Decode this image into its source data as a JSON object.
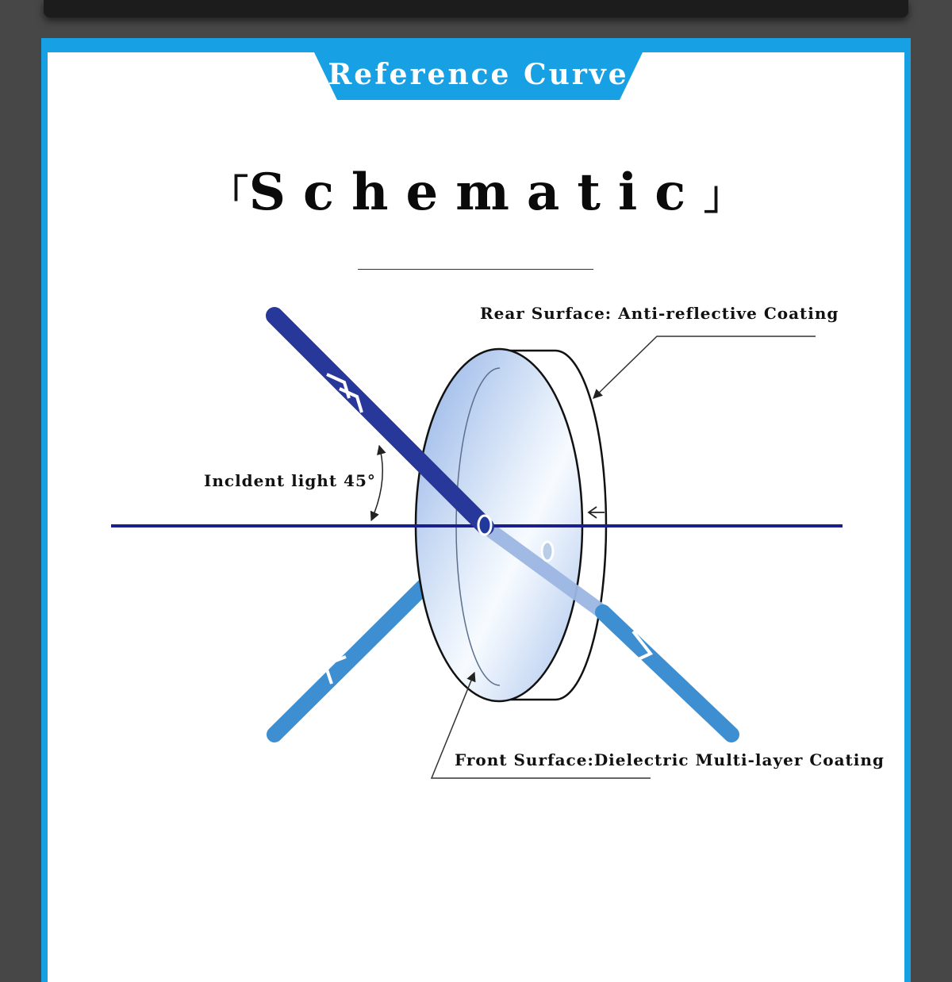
{
  "header": {
    "tab_title": "Reference Curve",
    "heading_open": "「",
    "heading": "Schematic",
    "heading_close": "」"
  },
  "diagram": {
    "labels": {
      "rear_surface": "Rear Surface: Anti-reflective Coating",
      "incident_light": "Incldent light 45°",
      "front_surface": "Front Surface:Dielectric Multi-layer Coating"
    },
    "colors": {
      "frame": "#17a0e3",
      "incident_beam": "#27389a",
      "reflected_beam": "#3d8fd1",
      "transmitted_beam": "#9cb7e3",
      "axis_line": "#1a1f8c",
      "lens_fill": "#aac4ec"
    }
  }
}
